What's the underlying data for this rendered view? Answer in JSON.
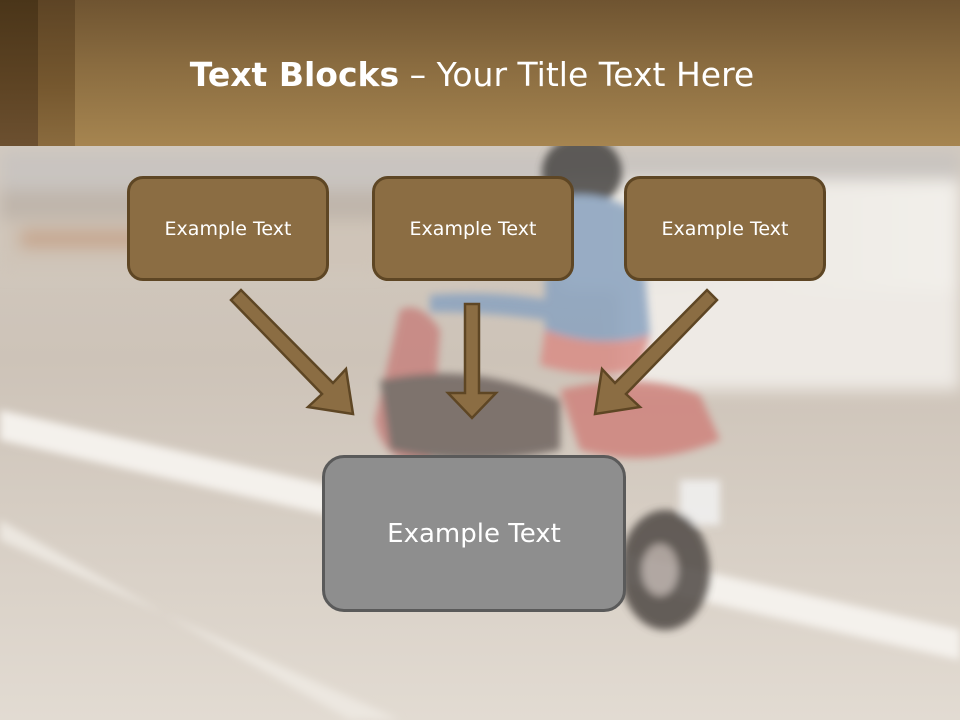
{
  "slide": {
    "title_bold": "Text Blocks",
    "title_rest": " – Your Title Text Here"
  },
  "blocks": {
    "top": [
      {
        "label": "Example Text"
      },
      {
        "label": "Example Text"
      },
      {
        "label": "Example Text"
      }
    ],
    "bottom": {
      "label": "Example Text"
    }
  },
  "colors": {
    "header": "#8a6c40",
    "box_fill": "#8b6d43",
    "box_border": "#5e4624",
    "bottom_box_fill": "#8e8e8e",
    "arrow_fill": "#8b6d43"
  },
  "icons": {
    "arrow": "arrow-down-icon"
  }
}
